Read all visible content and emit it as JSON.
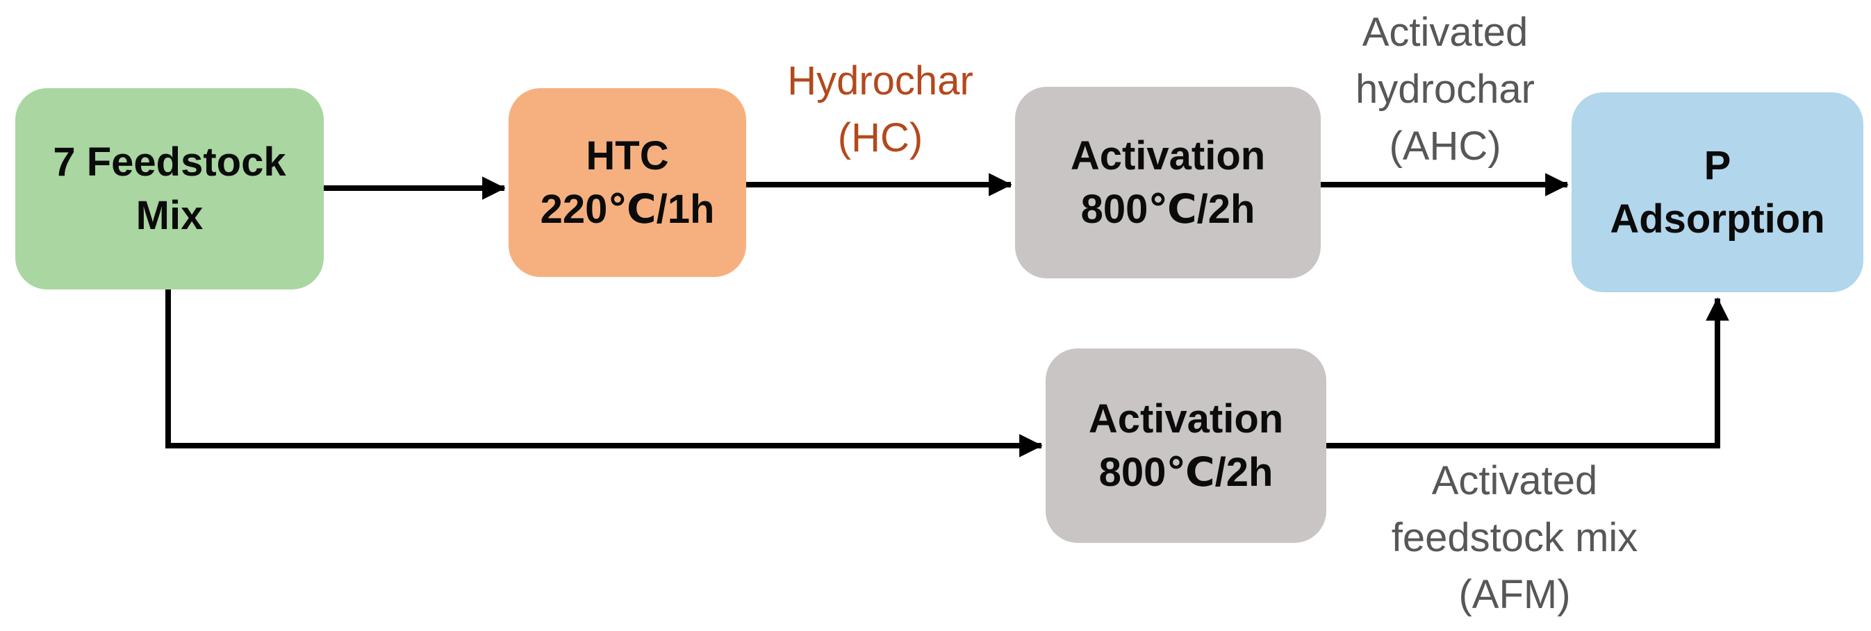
{
  "diagram": {
    "type": "process-flowchart",
    "background": "#ffffff",
    "boxes": [
      {
        "name": "feedstock-mix",
        "lines": [
          "7 Feedstock",
          "Mix"
        ],
        "fill": "#a9d6a1"
      },
      {
        "name": "htc",
        "lines": [
          "HTC",
          "220℃/1h"
        ],
        "fill": "#f6b07f"
      },
      {
        "name": "activation-hydrochar",
        "lines": [
          "Activation",
          "800℃/2h"
        ],
        "fill": "#c8c5c4"
      },
      {
        "name": "p-adsorption",
        "lines": [
          "P",
          "Adsorption"
        ],
        "fill": "#b2d6eb"
      },
      {
        "name": "activation-feedstock",
        "lines": [
          "Activation",
          "800℃/2h"
        ],
        "fill": "#c8c5c4"
      }
    ],
    "labels": [
      {
        "name": "hydrochar",
        "lines": [
          "Hydrochar",
          "(HC)"
        ],
        "color": "#b3491c"
      },
      {
        "name": "activated-hydrochar",
        "lines": [
          "Activated",
          "hydrochar",
          "(AHC)"
        ],
        "color": "#575757"
      },
      {
        "name": "activated-feedstock-mix",
        "lines": [
          "Activated",
          "feedstock mix",
          "(AFM)"
        ],
        "color": "#575757"
      }
    ],
    "arrows": [
      {
        "name": "feedstock-to-htc",
        "from": "feedstock-mix",
        "to": "htc"
      },
      {
        "name": "htc-to-activation",
        "from": "htc",
        "to": "activation-hydrochar"
      },
      {
        "name": "activation-to-adsorption",
        "from": "activation-hydrochar",
        "to": "p-adsorption"
      },
      {
        "name": "feedstock-to-activation-2",
        "from": "feedstock-mix",
        "to": "activation-feedstock"
      },
      {
        "name": "activation-2-to-adsorption",
        "from": "activation-feedstock",
        "to": "p-adsorption"
      }
    ],
    "colors": {
      "arrow": "#000000",
      "box_text": "#0b0b0b",
      "green_box": "#a9d6a1",
      "orange_box": "#f6b07f",
      "gray_box": "#c8c5c4",
      "blue_box": "#b2d6eb",
      "hydrochar_label": "#b3491c",
      "gray_label": "#575757"
    }
  }
}
